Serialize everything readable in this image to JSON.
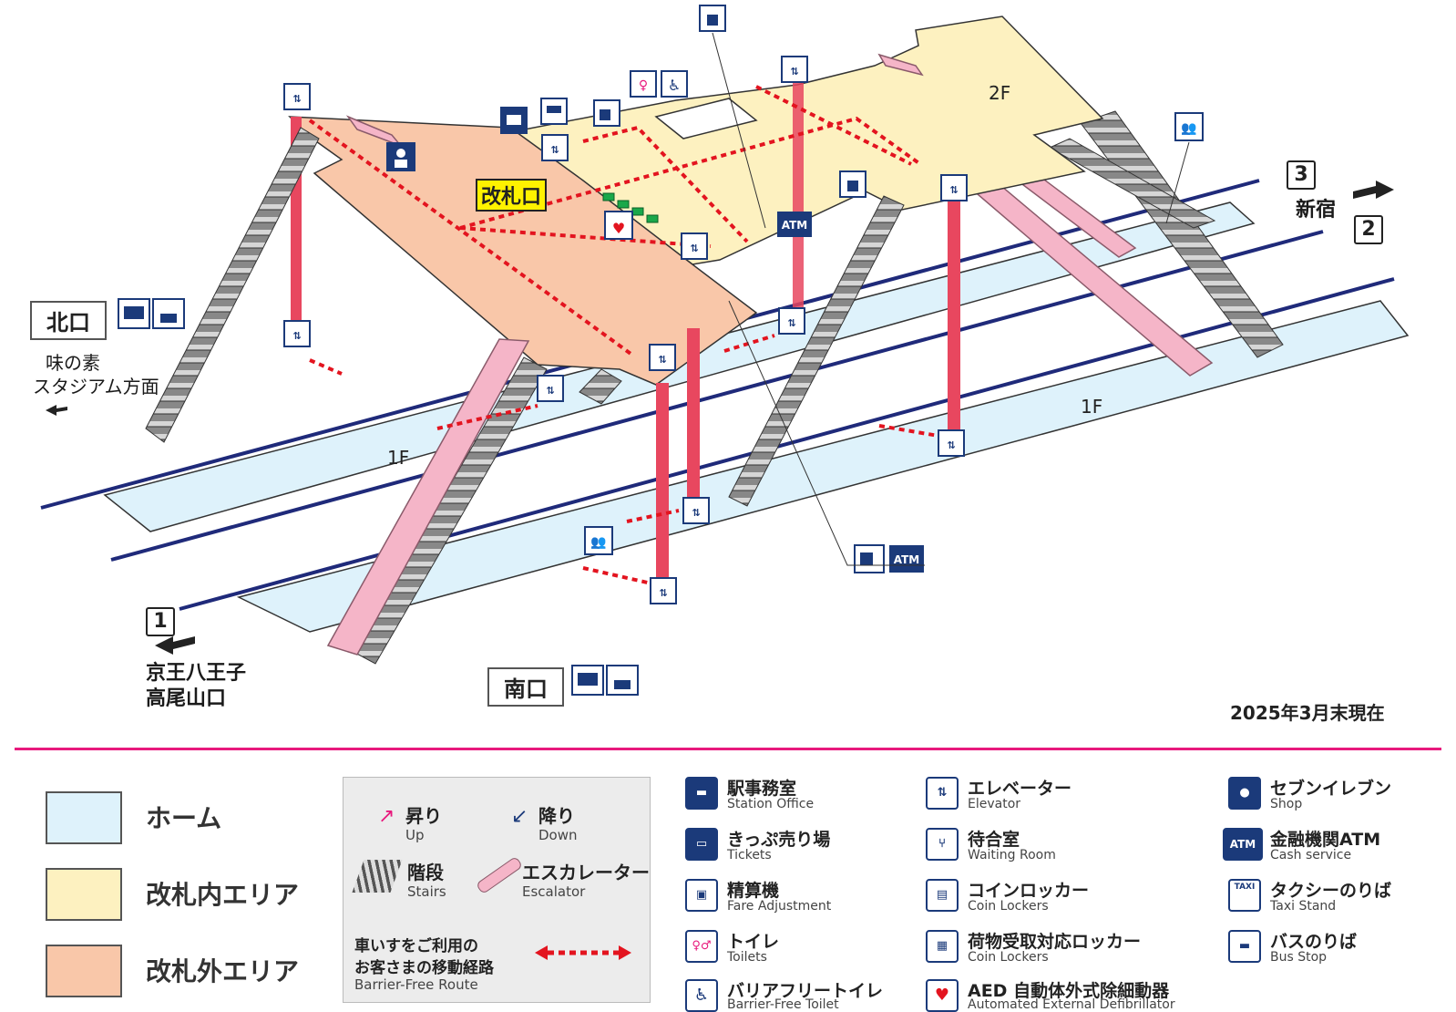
{
  "map_labels": {
    "floor_2f": "2F",
    "floor_1f_left": "1F",
    "floor_1f_right": "1F",
    "ticket_gate": "改札口",
    "north_exit": "北口",
    "north_direction": [
      "味の素",
      "スタジアム方面"
    ],
    "south_exit": "南口",
    "platform_1": "1",
    "platform_2": "2",
    "platform_3": "3",
    "dir_platform1": [
      "京王八王子",
      "高尾山口"
    ],
    "dir_platform3": "新宿",
    "as_of": "2025年3月末現在",
    "atm": "ATM",
    "aed": "AED",
    "taxi": "TAXI"
  },
  "area_legend": [
    {
      "label": "ホーム",
      "color": "#def2fb"
    },
    {
      "label": "改札内エリア",
      "color": "#fdf1c0"
    },
    {
      "label": "改札外エリア",
      "color": "#f9c7a9"
    }
  ],
  "route_legend": {
    "up_jp": "昇り",
    "up_en": "Up",
    "down_jp": "降り",
    "down_en": "Down",
    "stairs_jp": "階段",
    "stairs_en": "Stairs",
    "escalator_jp": "エスカレーター",
    "escalator_en": "Escalator",
    "route_jp_1": "車いすをご利用の",
    "route_jp_2": "お客さまの移動経路",
    "route_en": "Barrier-Free Route"
  },
  "icon_legend": [
    {
      "icon": "station-office-icon",
      "jp": "駅事務室",
      "en": "Station Office"
    },
    {
      "icon": "tickets-icon",
      "jp": "きっぷ売り場",
      "en": "Tickets"
    },
    {
      "icon": "fare-adjustment-icon",
      "jp": "精算機",
      "en": "Fare Adjustment"
    },
    {
      "icon": "toilets-icon",
      "jp": "トイレ",
      "en": "Toilets"
    },
    {
      "icon": "barrier-free-toilet-icon",
      "jp": "バリアフリートイレ",
      "en": "Barrier-Free Toilet"
    },
    {
      "icon": "elevator-icon",
      "jp": "エレベーター",
      "en": "Elevator"
    },
    {
      "icon": "waiting-room-icon",
      "jp": "待合室",
      "en": "Waiting Room"
    },
    {
      "icon": "coin-lockers-icon",
      "jp": "コインロッカー",
      "en": "Coin Lockers"
    },
    {
      "icon": "package-locker-icon",
      "jp": "荷物受取対応ロッカー",
      "en": "Coin Lockers"
    },
    {
      "icon": "aed-icon",
      "jp": "AED 自動体外式除細動器",
      "en": "Automated External Defibrillator"
    },
    {
      "icon": "seven-eleven-icon",
      "jp": "セブンイレブン",
      "en": "Shop"
    },
    {
      "icon": "atm-icon",
      "jp": "金融機関ATM",
      "en": "Cash service"
    },
    {
      "icon": "taxi-icon",
      "jp": "タクシーのりば",
      "en": "Taxi Stand"
    },
    {
      "icon": "bus-icon",
      "jp": "バスのりば",
      "en": "Bus Stop"
    }
  ],
  "colors": {
    "platform": "#def2fb",
    "inside_gate": "#fdf1c0",
    "outside_gate": "#f9c7a9",
    "track": "#1f2a7a",
    "elevator_shaft": "#e8475f",
    "route": "#e3141f",
    "escalator": "#f5b5c8",
    "icon_blue": "#1b3a7a",
    "up_arrow": "#e8197d",
    "divider": "#e8197d"
  }
}
